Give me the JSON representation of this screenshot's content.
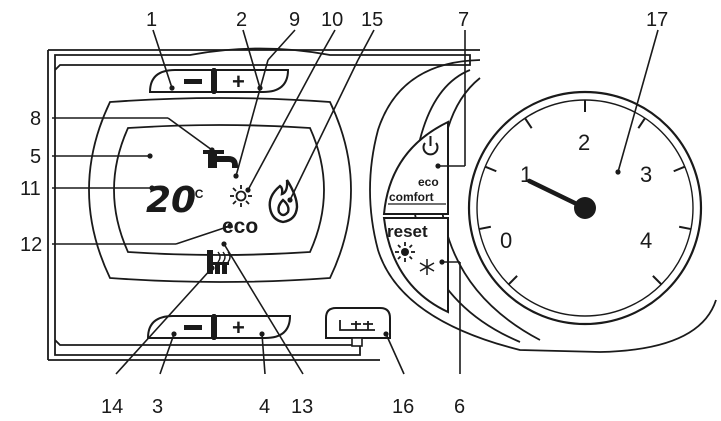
{
  "callouts": {
    "c1": "1",
    "c2": "2",
    "c3": "3",
    "c4": "4",
    "c5": "5",
    "c6": "6",
    "c7": "7",
    "c8": "8",
    "c9": "9",
    "c10": "10",
    "c11": "11",
    "c12": "12",
    "c13": "13",
    "c14": "14",
    "c15": "15",
    "c16": "16",
    "c17": "17"
  },
  "buttons": {
    "minus": "−",
    "plus": "+",
    "eco_line1": "eco",
    "eco_line2": "comfort",
    "reset": "reset"
  },
  "display": {
    "temperature": "20",
    "unit": "°C",
    "eco": "eco"
  },
  "gauge": {
    "scale": [
      "0",
      "1",
      "2",
      "3",
      "4"
    ],
    "needle_value": 1.05,
    "range": [
      0,
      4
    ]
  },
  "icons": [
    "power-icon",
    "sun-icon",
    "snowflake-icon",
    "tap-icon",
    "flame-icon",
    "radiator-icon",
    "hydrometer-icon"
  ]
}
